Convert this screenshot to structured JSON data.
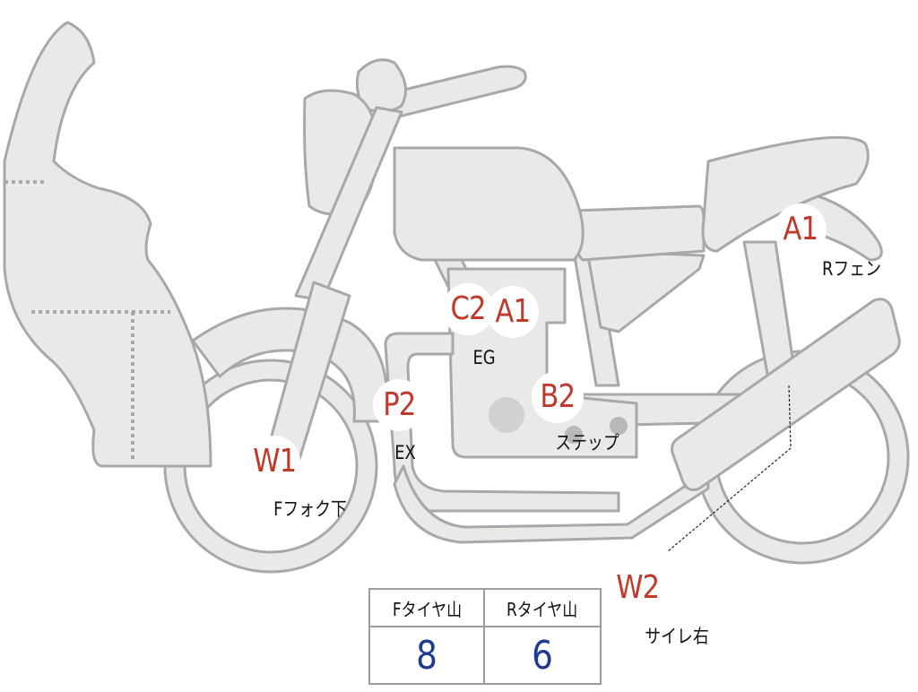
{
  "diagram": {
    "markers": [
      {
        "name": "marker-a1-rear-fender",
        "code": "A1",
        "label": "Rフェン"
      },
      {
        "name": "marker-c2-engine",
        "code": "C2",
        "label": ""
      },
      {
        "name": "marker-a1-engine",
        "code": "A1",
        "label": "EG"
      },
      {
        "name": "marker-b2-step",
        "code": "B2",
        "label": "ステップ"
      },
      {
        "name": "marker-p2-exhaust",
        "code": "P2",
        "label": "EX"
      },
      {
        "name": "marker-w1-front-fork",
        "code": "W1",
        "label": "Fフォク下"
      },
      {
        "name": "marker-w2-muffler",
        "code": "W2",
        "label": "サイレ右"
      }
    ]
  },
  "tread_table": {
    "headers": [
      "Fタイヤ山",
      "Rタイヤ山"
    ],
    "values": [
      "8",
      "6"
    ]
  },
  "colors": {
    "body_fill": "#e9e9e7",
    "outline": "#a6a8ab",
    "marker_text": "#c0392b",
    "value_text": "#1f3a93"
  }
}
